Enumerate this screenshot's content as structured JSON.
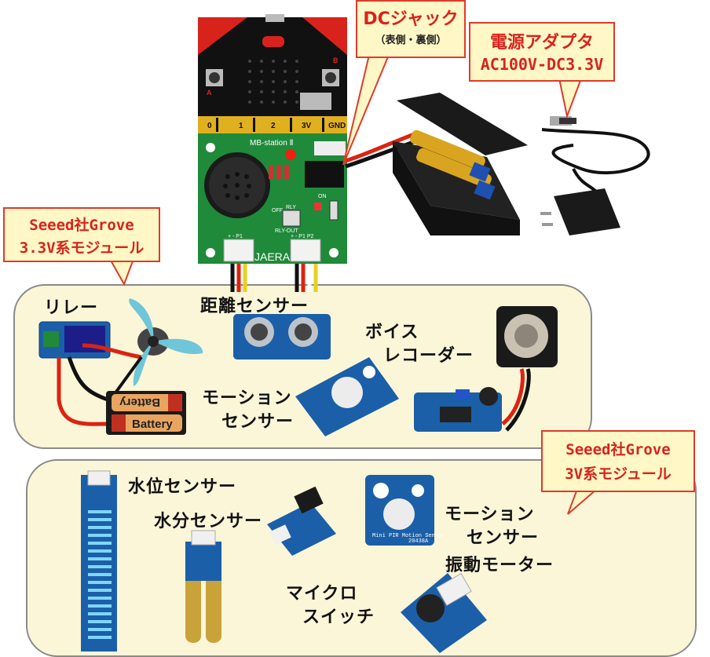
{
  "callouts": {
    "dc_jack": {
      "title": "DCジャック",
      "sub": "（表側・裏側）"
    },
    "adapter": {
      "line1": "電源アダプタ",
      "line2": "AC100V-DC3.3V"
    },
    "grove33": {
      "line1": "Seeed社Grove",
      "line2": "3.3V系モジュール"
    },
    "grove3": {
      "line1": "Seeed社Grove",
      "line2": "3V系モジュール"
    }
  },
  "board": {
    "pins": [
      "0",
      "1",
      "2",
      "3V",
      "GND"
    ],
    "name": "MB-station Ⅱ",
    "brand": "JAERA",
    "btn_a": "A",
    "btn_b": "B",
    "switch_off": "OFF",
    "switch_on": "ON",
    "relay_label": "RLY",
    "relay_out": "RLY-OUT",
    "port_p1": "+ - P1",
    "port_p2": "+ - P1 P2"
  },
  "modules_33v": {
    "relay": "リレー",
    "distance": "距離センサー",
    "voice_1": "ボイス",
    "voice_2": "レコーダー",
    "motion_1": "モーション",
    "motion_2": "センサー",
    "battery": "Battery"
  },
  "modules_3v": {
    "water_level": "水位センサー",
    "moisture": "水分センサー",
    "switch_1": "マイクロ",
    "switch_2": "スイッチ",
    "motion_1": "モーション",
    "motion_2": "センサー",
    "vibration": "振動モーター",
    "pir_text": "Mini PIR Motion Sensor",
    "pir_code": "20438A"
  },
  "colors": {
    "callout_border": "#e03a2a",
    "callout_text": "#d8231c",
    "callout_fill": "#fff8c6",
    "panel_fill": "#fbf6d8",
    "pcb_green": "#1f8a3a",
    "grove_blue": "#1b5fa8"
  }
}
